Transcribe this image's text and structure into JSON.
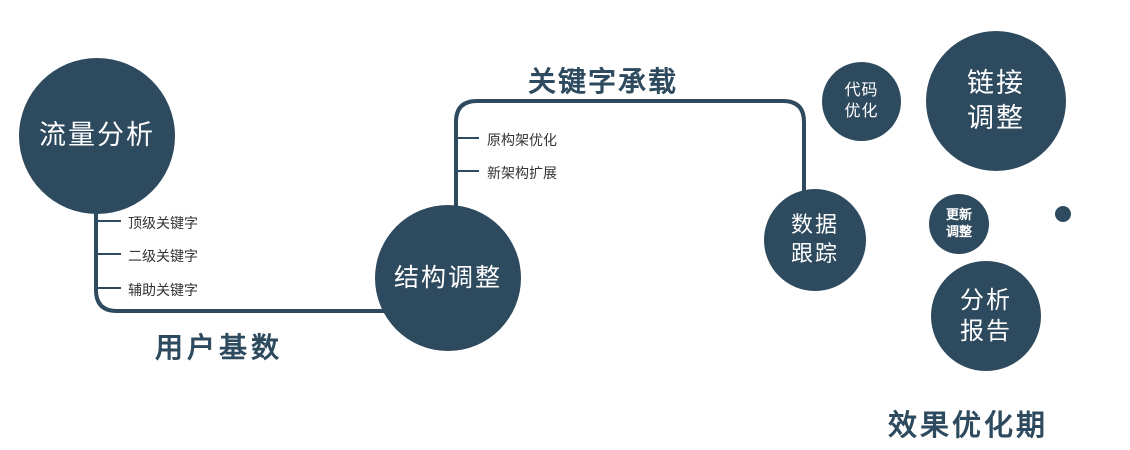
{
  "colors": {
    "node_fill": "#2e4a5e",
    "line": "#2e4a5e",
    "small_text": "#333333"
  },
  "nodes": {
    "traffic": {
      "label": "流量分析"
    },
    "structure": {
      "label": "结构调整"
    },
    "data_tracking": {
      "label": "数据\n跟踪"
    },
    "code_opt": {
      "label": "代码\n优化"
    },
    "link_adjust": {
      "label": "链接\n调整"
    },
    "update_adjust": {
      "label": "更新\n调整"
    },
    "analysis_report": {
      "label": "分析\n报告"
    }
  },
  "edges": {
    "keyword_label": "关键字承载",
    "user_base_label": "用户基数"
  },
  "ticks": {
    "left": [
      "顶级关键字",
      "二级关键字",
      "辅助关键字"
    ],
    "mid": [
      "原构架优化",
      "新架构扩展"
    ]
  },
  "footer": {
    "label": "效果优化期"
  }
}
